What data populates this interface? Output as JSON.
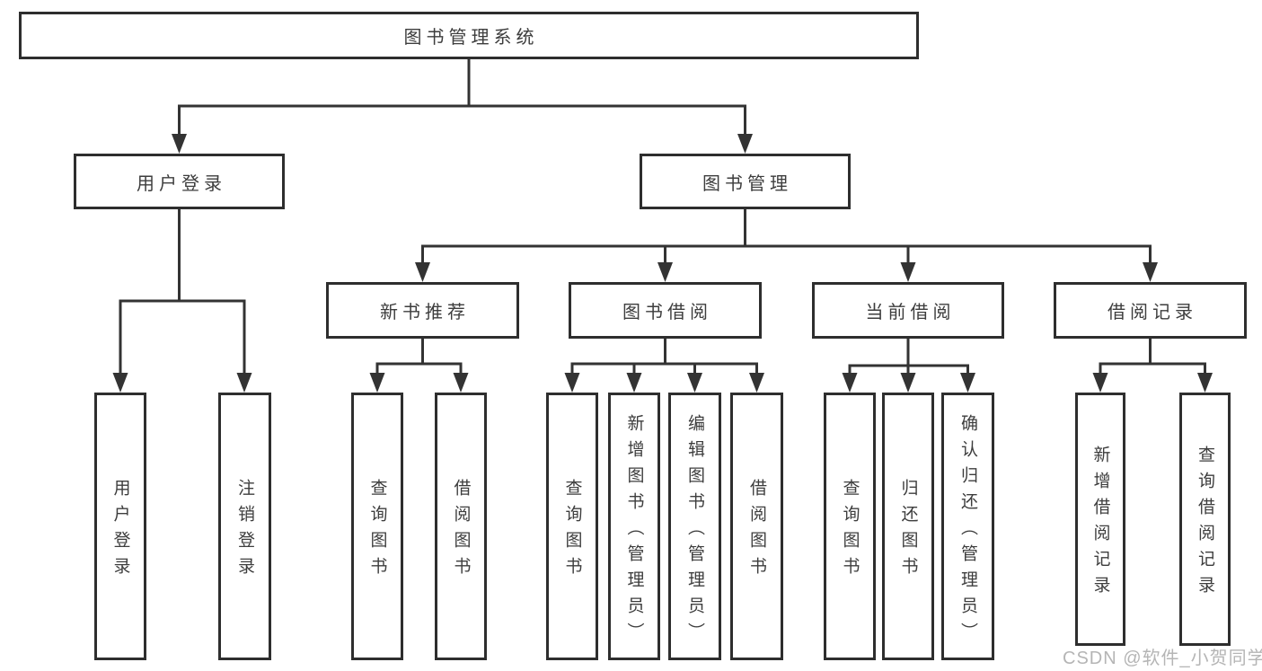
{
  "diagram": {
    "type": "hierarchy-tree",
    "orientation": "top-down",
    "colors": {
      "line": "#333333",
      "box_border": "#2e2e2e",
      "box_fill": "#ffffff",
      "text": "#3d3d3d",
      "watermark": "#b5b5b5"
    }
  },
  "tree": {
    "label": "图书管理系统",
    "children": [
      {
        "label": "用户登录",
        "children": [
          {
            "label": "用户登录"
          },
          {
            "label": "注销登录"
          }
        ]
      },
      {
        "label": "图书管理",
        "children": [
          {
            "label": "新书推荐",
            "children": [
              {
                "label": "查询图书"
              },
              {
                "label": "借阅图书"
              }
            ]
          },
          {
            "label": "图书借阅",
            "children": [
              {
                "label": "查询图书"
              },
              {
                "label": "新增图书（管理员）"
              },
              {
                "label": "编辑图书（管理员）"
              },
              {
                "label": "借阅图书"
              }
            ]
          },
          {
            "label": "当前借阅",
            "children": [
              {
                "label": "查询图书"
              },
              {
                "label": "归还图书"
              },
              {
                "label": "确认归还（管理员）"
              }
            ]
          },
          {
            "label": "借阅记录",
            "children": [
              {
                "label": "新增借阅记录"
              },
              {
                "label": "查询借阅记录"
              }
            ]
          }
        ]
      }
    ]
  },
  "watermark": "CSDN @软件_小贺同学"
}
